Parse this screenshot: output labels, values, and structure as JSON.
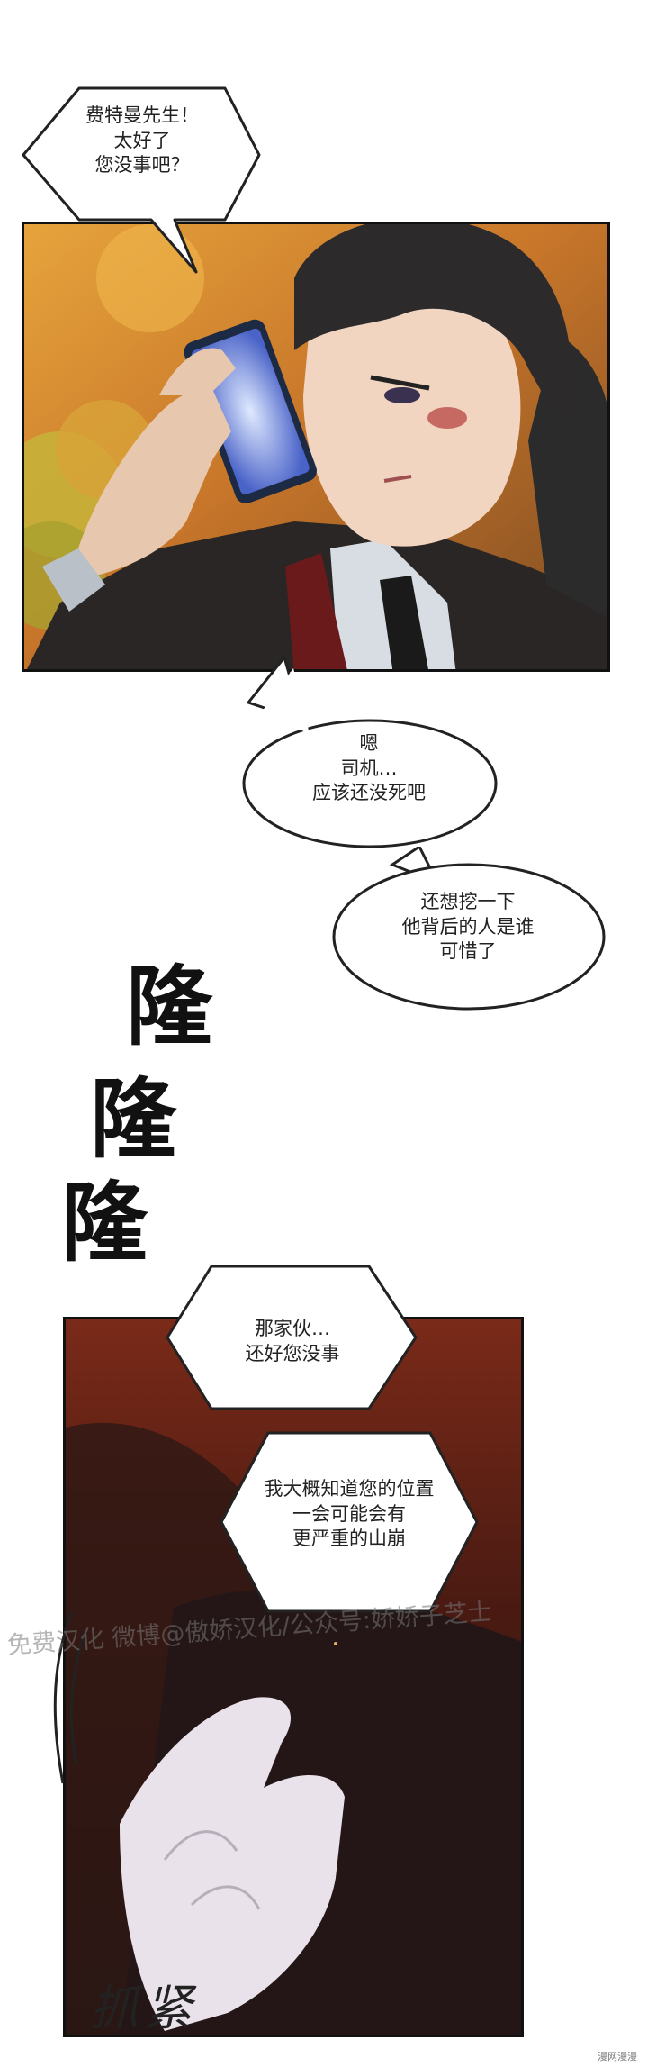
{
  "bubbles": {
    "b1": [
      "费特曼先生！",
      "太好了",
      "您没事吧？"
    ],
    "b2": [
      "嗯",
      "司机…",
      "应该还没死吧"
    ],
    "b3": [
      "还想挖一下",
      "他背后的人是谁",
      "可惜了"
    ],
    "b4": [
      "那家伙…",
      "还好您没事"
    ],
    "b5": [
      "我大概知道您的位置",
      "一会可能会有",
      "更严重的山崩"
    ]
  },
  "sfx": {
    "rumble": [
      "隆",
      "隆",
      "隆"
    ],
    "grip": "抓紧"
  },
  "watermark": "免费汉化 微博@傲娇汉化/公众号:娇娇子芝士",
  "corner_mark": "漫网漫漫",
  "colors": {
    "panel1_bg": "#e0a040",
    "panel2_bg": "#5a1e12",
    "ink": "#111111"
  }
}
